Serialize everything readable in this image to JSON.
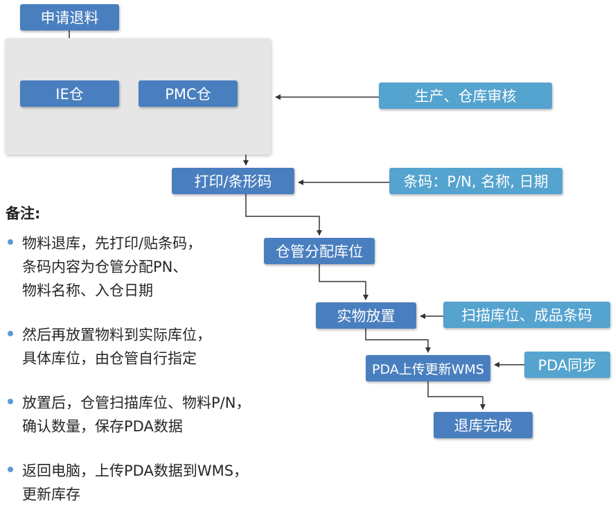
{
  "flow": {
    "apply_return": "申请退料",
    "ie_warehouse": "IE仓",
    "pmc_warehouse": "PMC仓",
    "production_review": "生产、仓库审核",
    "print_barcode": "打印/条形码",
    "barcode_info": "条码：P/N, 名称, 日期",
    "assign_location": "仓管分配库位",
    "place_material": "实物放置",
    "scan_info": "扫描库位、成品条码",
    "pda_upload": "PDA上传更新WMS",
    "pda_sync": "PDA同步",
    "return_complete": "退库完成"
  },
  "notes": {
    "title": "备注:",
    "items": [
      {
        "lines": [
          "物料退库，先打印/贴条码，",
          "条码内容为仓管分配PN、",
          "物料名称、入仓日期"
        ]
      },
      {
        "lines": [
          "然后再放置物料到实际库位，",
          "具体库位，由仓管自行指定"
        ]
      },
      {
        "lines": [
          "放置后，仓管扫描库位、物料P/N，",
          "确认数量，保存PDA数据"
        ]
      },
      {
        "lines": [
          "返回电脑，上传PDA数据到WMS，",
          "更新库存"
        ]
      }
    ]
  },
  "colors": {
    "primary_box": "#4a7fbf",
    "secondary_box": "#55a3cf",
    "group_background": "#e6e6e6",
    "connector": "#333333",
    "bullet": "#5b9bd5"
  }
}
